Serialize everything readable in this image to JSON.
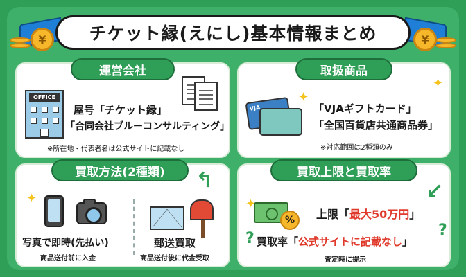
{
  "title": "チケット縁(えにし)基本情報まとめ",
  "coin_symbol": "¥",
  "panel_company": {
    "heading": "運営会社",
    "icon_sign": "OFFICE",
    "line1": "屋号「チケット縁」",
    "line2": "「合同会社ブルーコンサルティング」",
    "note": "※所在地・代表者名は公式サイトに記載なし"
  },
  "panel_products": {
    "heading": "取扱商品",
    "card_label": "VJA",
    "line1": "「VJAギフトカード」",
    "line2": "「全国百貨店共通商品券」",
    "note": "※対応範囲は2種類のみ"
  },
  "panel_methods": {
    "heading": "買取方法(2種類)",
    "method1_title": "写真で即時(先払い)",
    "method1_note": "商品送付前に入金",
    "method2_title": "郵送買取",
    "method2_note": "商品送付後に代金受取"
  },
  "panel_limits": {
    "heading": "買取上限と買取率",
    "limit_prefix": "上限「",
    "limit_value": "最大50万円",
    "limit_suffix": "」",
    "rate_prefix": "買取率「",
    "rate_value": "公式サイトに記載なし",
    "rate_suffix": "」",
    "note": "査定時に提示",
    "pct_symbol": "%"
  }
}
